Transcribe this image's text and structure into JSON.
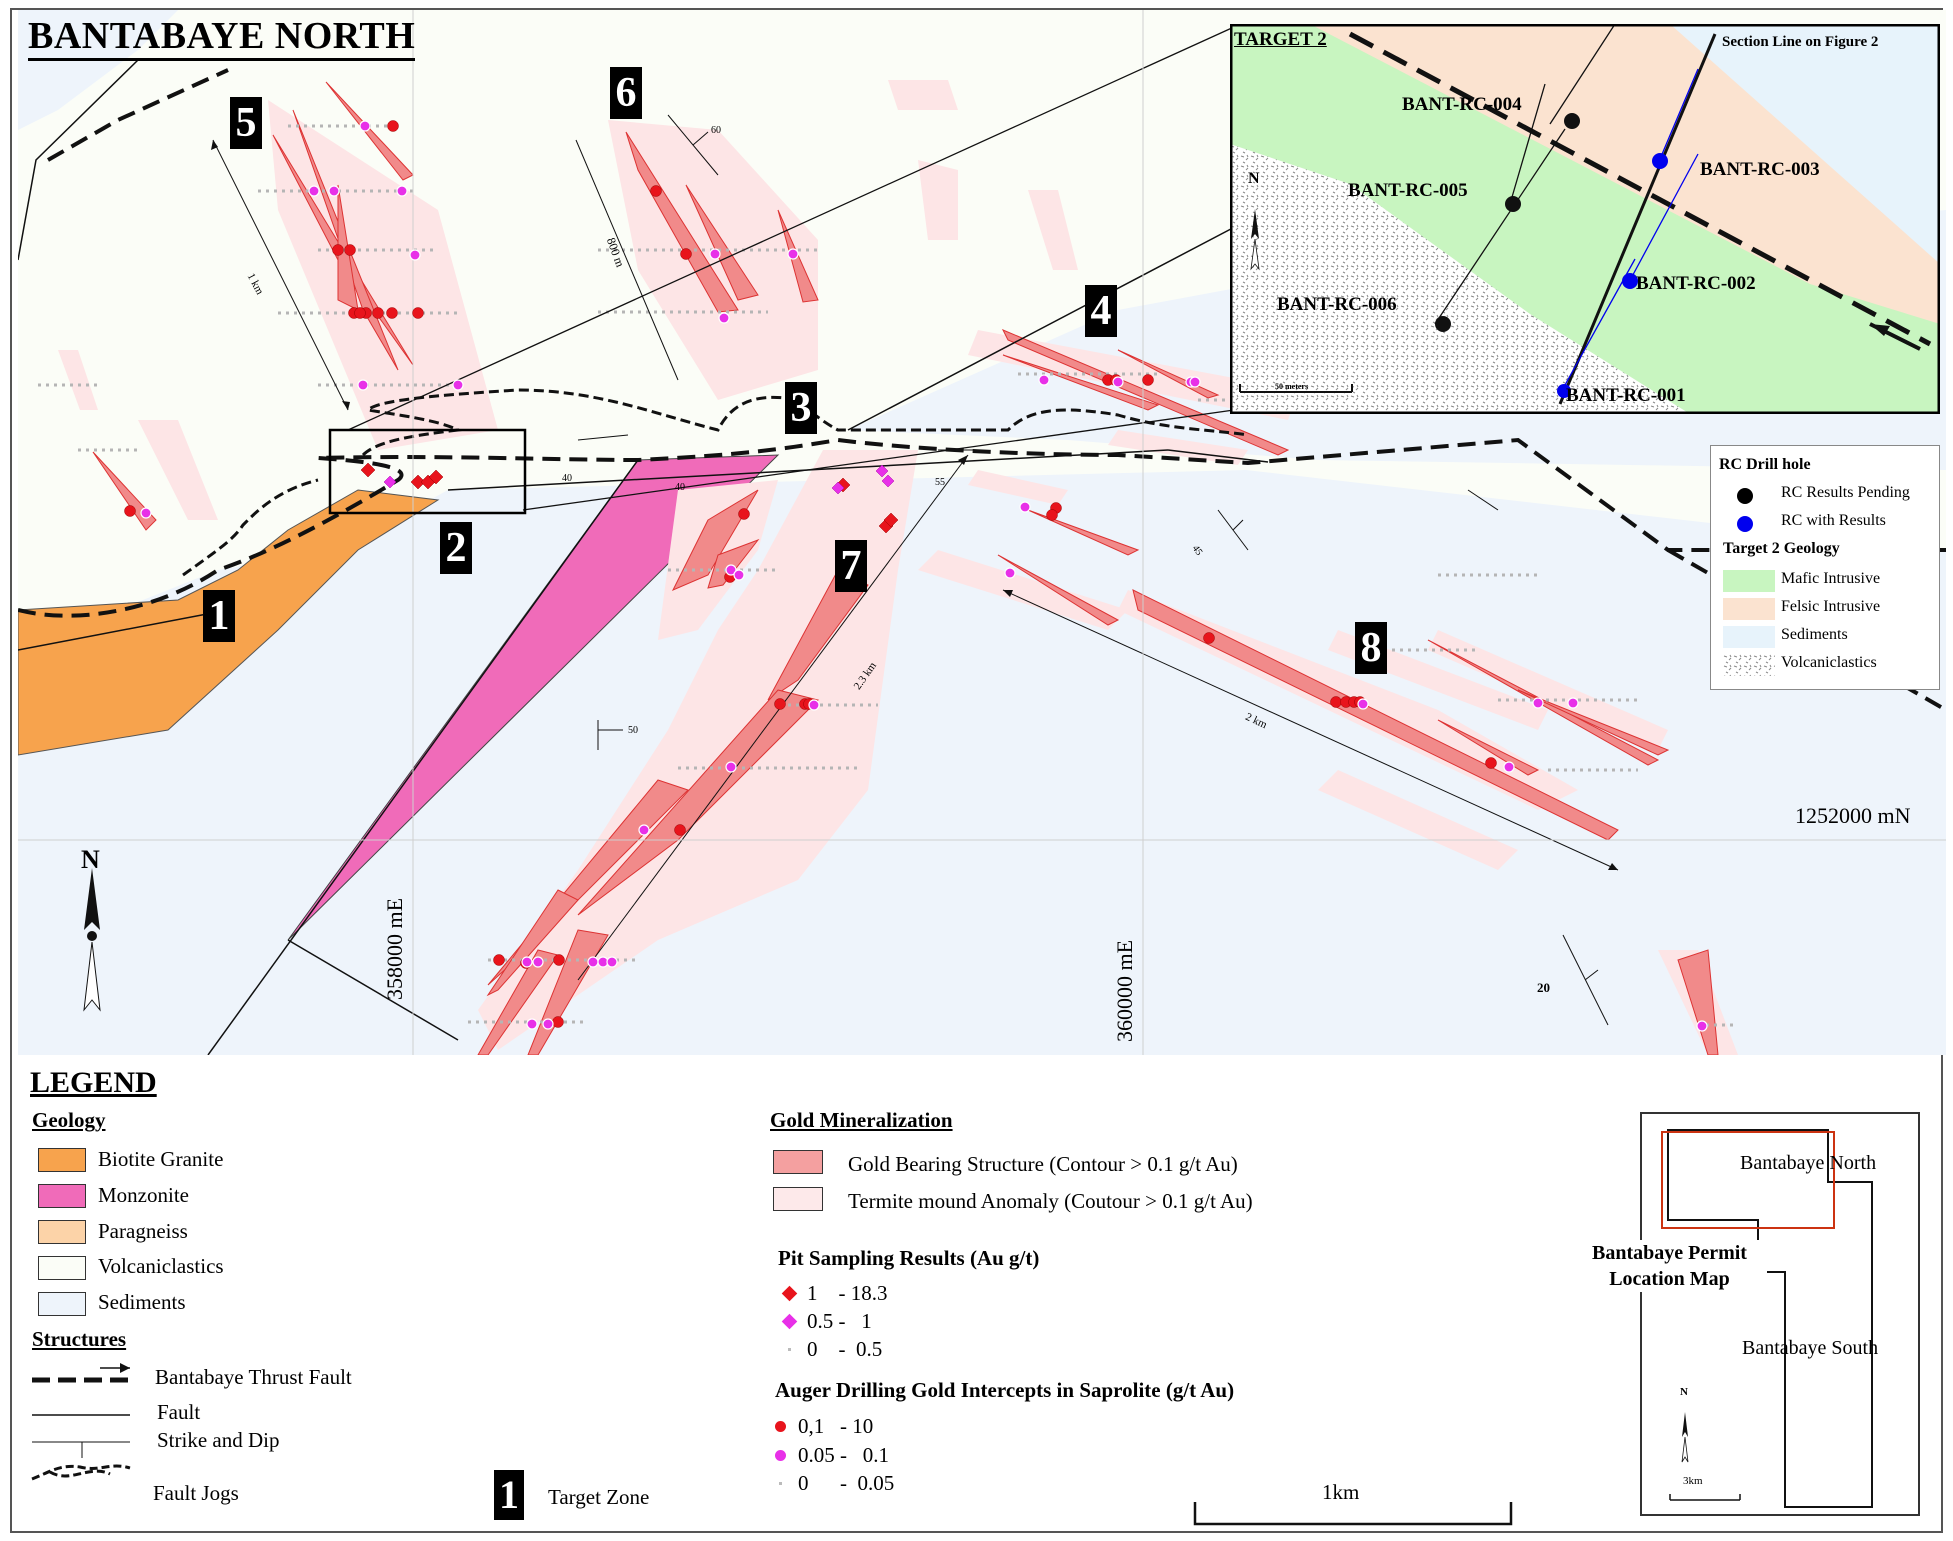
{
  "title": "BANTABAYE NORTH",
  "target_zones": [
    "1",
    "2",
    "3",
    "4",
    "5",
    "6",
    "7",
    "8"
  ],
  "map_labels": {
    "dist_1km": "1 km",
    "dist_800m": "800 m",
    "dist_2_3km": "2.3 km",
    "dist_2km": "2 km",
    "easting_1": "358000 mE",
    "easting_2": "360000 mE",
    "northing": "1252000 mN",
    "dip_60": "60",
    "dip_40a": "40",
    "dip_40b": "40",
    "dip_55": "55",
    "dip_45": "45",
    "dip_50": "50",
    "dip_20": "20",
    "north": "N"
  },
  "inset": {
    "title": "TARGET 2",
    "section_line": "Section Line on Figure 2",
    "holes": [
      "BANT-RC-004",
      "BANT-RC-005",
      "BANT-RC-006",
      "BANT-RC-003",
      "BANT-RC-002",
      "BANT-RC-001"
    ],
    "scale": "50 meters",
    "north": "N"
  },
  "inset_legend": {
    "title": "RC Drill hole",
    "pending": "RC Results Pending",
    "with_results": "RC with Results",
    "geo_title": "Target 2 Geology",
    "mafic": "Mafic Intrusive",
    "felsic": "Felsic Intrusive",
    "sediments": "Sediments",
    "volcaniclastics": "Volcaniclastics",
    "colors": {
      "pending": "#000000",
      "with_results": "#0000ee",
      "mafic": "#c8f5c0",
      "felsic": "#fbe3d0",
      "sediments": "#e7f3fb",
      "volcaniclastics": "#cfcfcf"
    }
  },
  "legend": {
    "title": "LEGEND",
    "geology": {
      "heading": "Geology",
      "items": [
        {
          "label": "Biotite Granite",
          "color": "#f7a34d"
        },
        {
          "label": "Monzonite",
          "color": "#f06bb9"
        },
        {
          "label": "Paragneiss",
          "color": "#fcd3a8"
        },
        {
          "label": "Volcaniclastics",
          "color": "#fbfdf7"
        },
        {
          "label": "Sediments",
          "color": "#eef4fb"
        }
      ]
    },
    "structures": {
      "heading": "Structures",
      "thrust": "Bantabaye Thrust Fault",
      "fault": "Fault",
      "strike": "Strike and Dip",
      "jogs": "Fault Jogs"
    },
    "target_zone": {
      "number": "1",
      "label": "Target Zone"
    },
    "gold": {
      "heading": "Gold Mineralization",
      "structure": "Gold Bearing Structure (Contour > 0.1 g/t Au)",
      "termite": "Termite mound Anomaly (Coutour > 0.1 g/t Au)",
      "structure_color": "#f4a0a0",
      "termite_color": "#fde9ea"
    },
    "pit": {
      "heading": "Pit Sampling Results (Au g/t)",
      "r1": "1    - 18.3",
      "r2": "0.5 -   1",
      "r3": "0    -  0.5"
    },
    "auger": {
      "heading": "Auger Drilling Gold Intercepts in Saprolite (g/t Au)",
      "r1": "0,1   - 10",
      "r2": "0.05 -   0.1",
      "r3": "0      -  0.05"
    },
    "scale": "1km"
  },
  "location_map": {
    "north_label": "Bantabaye North",
    "south_label": "Bantabaye South",
    "title": "Bantabaye Permit Location Map",
    "scale": "3km",
    "north": "N"
  }
}
